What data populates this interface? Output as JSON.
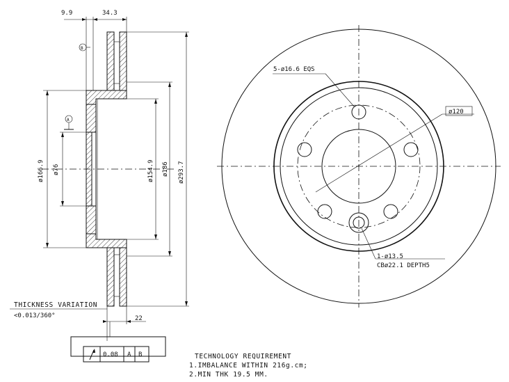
{
  "dimensions": {
    "top_left": "9.9",
    "top_right": "34.3",
    "d1669": "ø166.9",
    "d76": "ø76",
    "d1549": "ø154.9",
    "d186": "ø186",
    "d2937": "ø293.7",
    "bottom_22": "22",
    "bolt_holes": "5-ø16.6 EQS",
    "pcd": "ø120",
    "hole_a": "1-ø13.5",
    "hole_b": "CBø22.1 DEPTH5"
  },
  "datums": {
    "a": "A",
    "b": "B"
  },
  "thickness_variation": {
    "title": "THICKNESS VARIATION",
    "value": "<0.013/360°"
  },
  "tolerance_frame": {
    "value": "0.08",
    "datum1": "A",
    "datum2": "B"
  },
  "tech_requirement": {
    "title": "TECHNOLOGY REQUIREMENT",
    "line1": "1.IMBALANCE WITHIN 216g.cm;",
    "line2": "2.MIN THK 19.5 MM."
  }
}
